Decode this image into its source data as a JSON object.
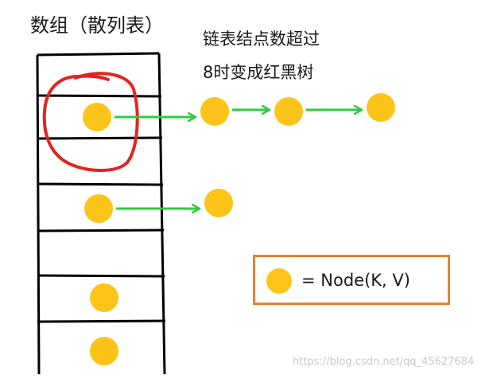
{
  "title": "数组（散列表）",
  "note": {
    "line1": "链表结点数超过",
    "line2": "8时变成红黑树"
  },
  "legend": {
    "text": "=  Node(K, V)",
    "node_color": "#fcc419",
    "border_color": "#ed7d31"
  },
  "watermark": "https://blog.csdn.net/qq_45627684",
  "colors": {
    "node": "#fcc419",
    "arrow": "#2ecc40",
    "highlight": "#e02424",
    "outline": "#000000"
  },
  "buckets": [
    {
      "has_node": false,
      "chain_length": 0
    },
    {
      "has_node": true,
      "chain_length": 3,
      "highlighted": true
    },
    {
      "has_node": false,
      "chain_length": 0
    },
    {
      "has_node": true,
      "chain_length": 1
    },
    {
      "has_node": false,
      "chain_length": 0
    },
    {
      "has_node": true,
      "chain_length": 0
    },
    {
      "has_node": true,
      "chain_length": 0
    }
  ]
}
